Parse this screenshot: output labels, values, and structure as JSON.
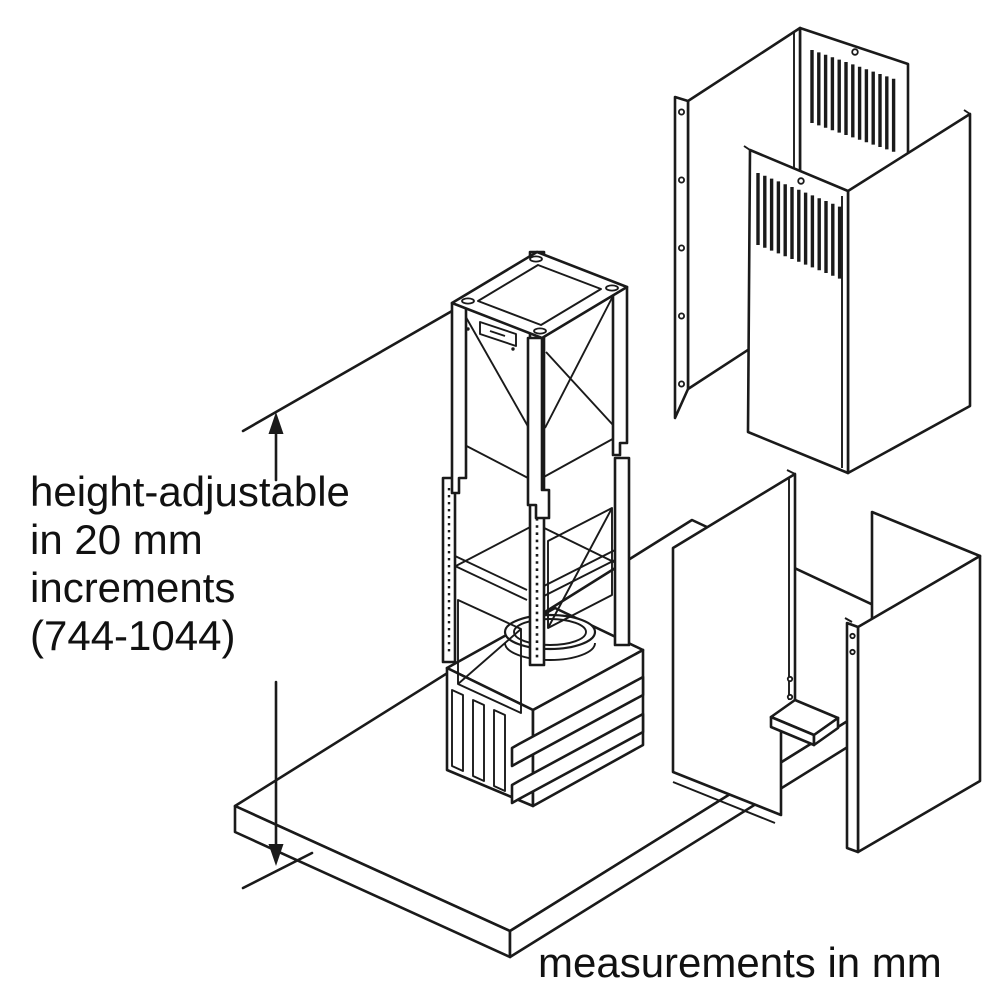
{
  "annotations": {
    "height_note": {
      "lines": [
        "height-adjustable",
        "in 20 mm",
        "increments",
        "(744-1044)"
      ]
    },
    "units_note": "measurements in mm"
  },
  "colors": {
    "background": "#ffffff",
    "line": "#1a1a1a",
    "text": "#111111"
  }
}
